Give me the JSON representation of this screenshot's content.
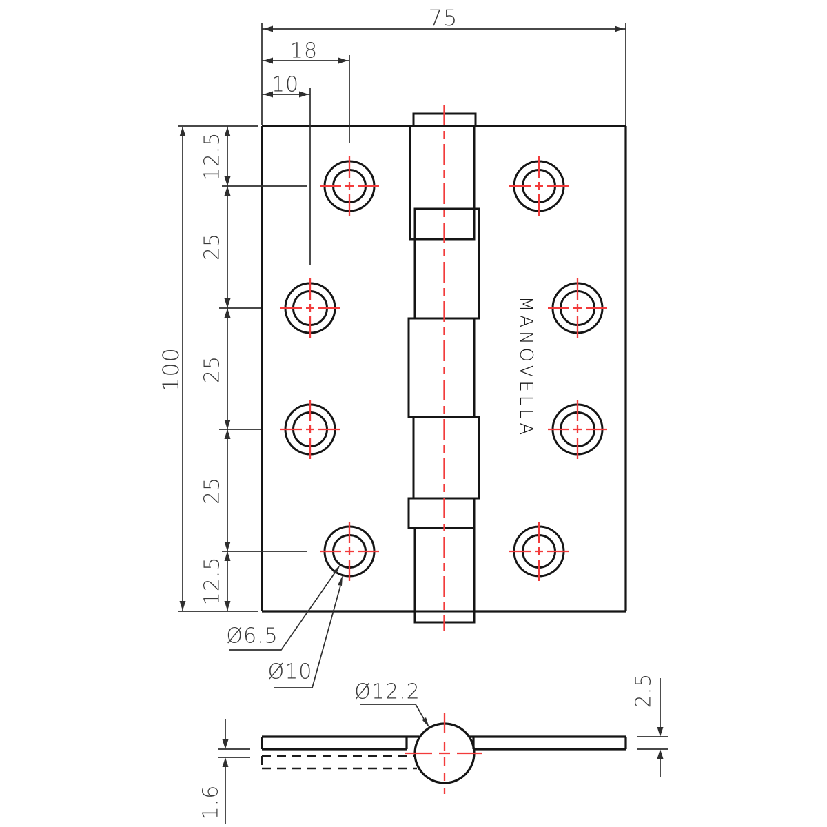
{
  "drawing": {
    "brand": "MANOVELLA",
    "front_view": {
      "dim_width_total": "75",
      "dim_hole_offset_outer": "18",
      "dim_hole_offset_inner": "10",
      "dim_height_total": "100",
      "dim_v_chain": [
        "12.5",
        "25",
        "25",
        "25",
        "12.5"
      ],
      "label_hole_inner_dia": "Ø6.5",
      "label_hole_outer_dia": "Ø10"
    },
    "section_view": {
      "label_pin_dia": "Ø12.2",
      "dim_leaf_thickness": "2.5",
      "dim_gap": "1.6"
    },
    "colors": {
      "line": "#151515",
      "dimension": "#2e2e2e",
      "centerline_red": "#f23b3b",
      "background": "#ffffff"
    }
  }
}
